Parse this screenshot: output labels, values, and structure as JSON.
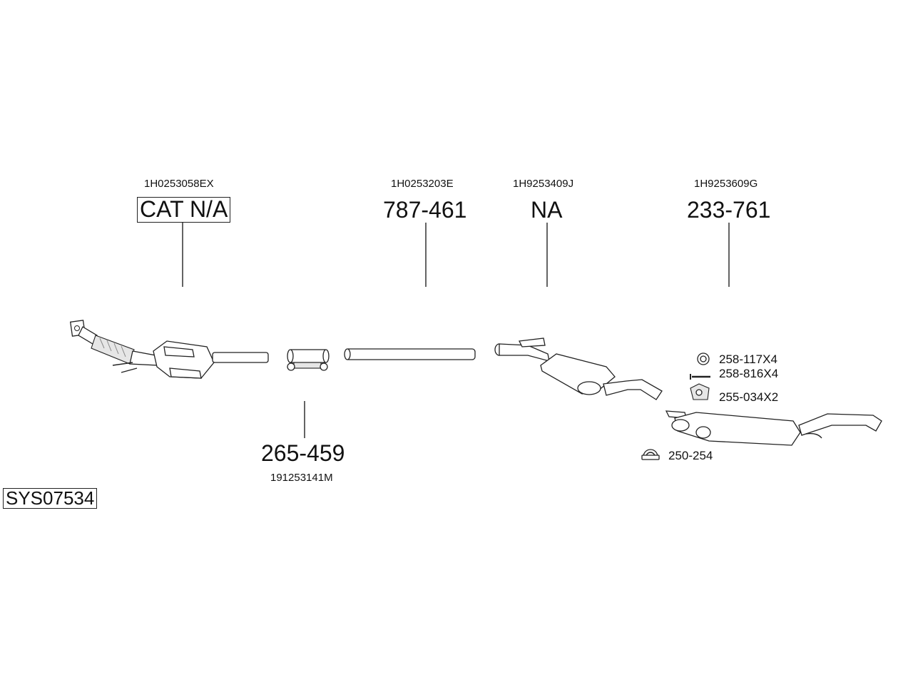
{
  "system": {
    "code": "SYS07534"
  },
  "components": [
    {
      "id": "catalyst",
      "oem": "1H0253058EX",
      "part": "CAT N/A"
    },
    {
      "id": "front-pipe",
      "oem": "1H0253203E",
      "part": "787-461"
    },
    {
      "id": "middle-silencer",
      "oem": "1H9253409J",
      "part": "NA"
    },
    {
      "id": "rear-silencer",
      "oem": "1H9253609G",
      "part": "233-761"
    },
    {
      "id": "clamp",
      "oem": "191253141M",
      "part": "265-459"
    }
  ],
  "accessories": [
    {
      "id": "ring",
      "label": "258-117X4"
    },
    {
      "id": "bolt",
      "label": "258-816X4"
    },
    {
      "id": "mount",
      "label": "255-034X2"
    },
    {
      "id": "clip",
      "label": "250-254"
    }
  ]
}
